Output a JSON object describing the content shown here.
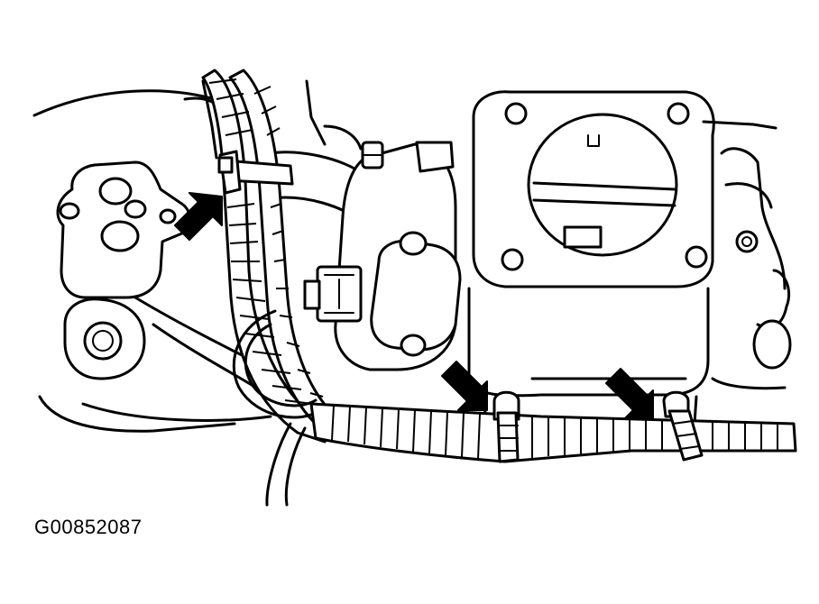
{
  "figure": {
    "id_label": "G00852087",
    "line_color": "#000000",
    "background_color": "#ffffff",
    "callouts": [
      {
        "name": "upper-left-clamp-arrow",
        "icon": "arrow-icon"
      },
      {
        "name": "lower-center-clamp-arrow",
        "icon": "arrow-icon"
      },
      {
        "name": "lower-right-clamp-arrow",
        "icon": "arrow-icon"
      }
    ]
  }
}
